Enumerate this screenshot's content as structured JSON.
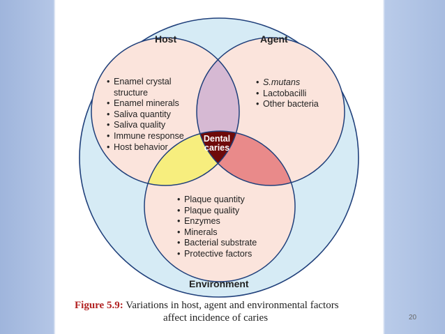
{
  "diagram": {
    "labels": {
      "host": "Host",
      "agent": "Agent",
      "environment": "Environment",
      "center": [
        "Dental",
        "caries"
      ]
    },
    "host_items": [
      "Enamel crystal",
      "structure",
      "Enamel minerals",
      "Saliva quantity",
      "Saliva quality",
      "Immune response",
      "Host behavior"
    ],
    "agent_items": [
      "S.mutans",
      "Lactobacilli",
      "Other bacteria"
    ],
    "environment_items": [
      "Plaque quantity",
      "Plaque quality",
      "Enzymes",
      "Minerals",
      "Bacterial substrate",
      "Protective factors"
    ],
    "colors": {
      "outer_circle": "#d6ebf5",
      "circle_fill": "#fbe4dc",
      "host_agent_overlap": "#d6b9d3",
      "host_env_overlap": "#f7ee7e",
      "agent_env_overlap": "#e98a8a",
      "center": "#6e0a0a",
      "stroke": "#1f3f7a"
    }
  },
  "caption": {
    "figure_label": "Figure 5.9:",
    "line1": "Variations in host, agent and environmental factors",
    "line2": "affect incidence of caries"
  },
  "page_number": "20"
}
